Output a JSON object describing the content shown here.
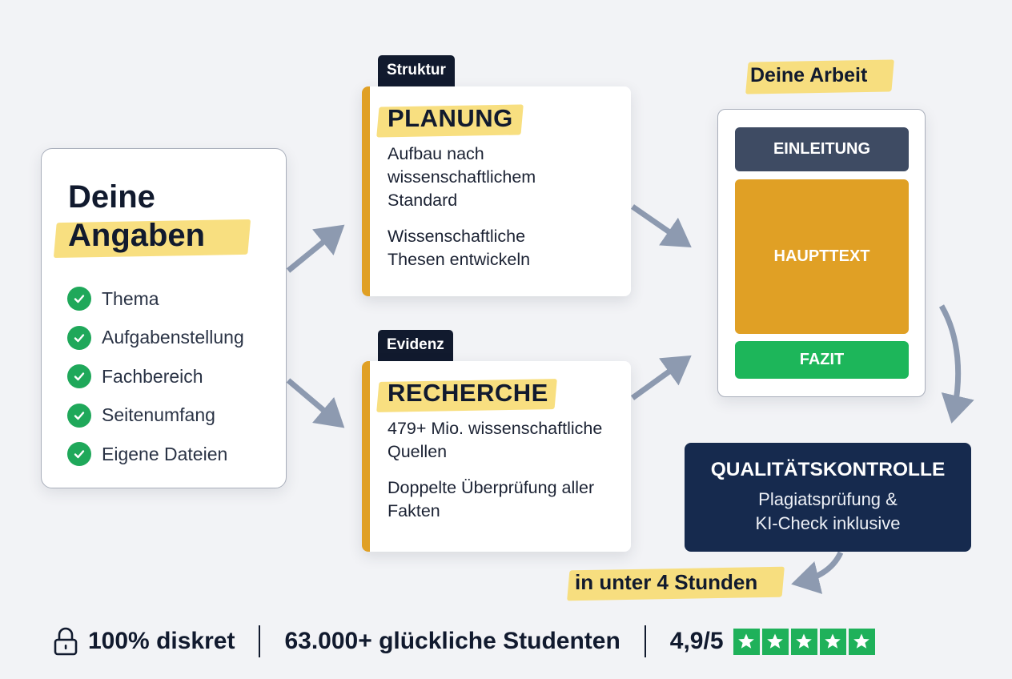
{
  "input_card": {
    "title_line1": "Deine",
    "title_line2": "Angaben",
    "items": [
      {
        "label": "Thema",
        "icon": "check-circle-icon"
      },
      {
        "label": "Aufgabenstellung",
        "icon": "check-circle-icon"
      },
      {
        "label": "Fachbereich",
        "icon": "check-circle-icon"
      },
      {
        "label": "Seitenumfang",
        "icon": "check-circle-icon"
      },
      {
        "label": "Eigene Dateien",
        "icon": "check-circle-icon"
      }
    ]
  },
  "steps": [
    {
      "tag": "Struktur",
      "title": "PLANUNG",
      "body": [
        "Aufbau nach wissenschaftlichem Standard",
        "Wissenschaftliche Thesen entwickeln"
      ]
    },
    {
      "tag": "Evidenz",
      "title": "RECHERCHE",
      "body": [
        "479+ Mio. wissenschaftliche Quellen",
        "Doppelte Überprüfung aller Fakten"
      ]
    }
  ],
  "work": {
    "label": "Deine Arbeit",
    "sections": [
      "EINLEITUNG",
      "HAUPTTEXT",
      "FAZIT"
    ]
  },
  "quality": {
    "title": "QUALITÄTSKONTROLLE",
    "subtitle_line1": "Plagiatsprüfung &",
    "subtitle_line2": "KI-Check inklusive"
  },
  "delivery": {
    "label": "in unter 4 Stunden"
  },
  "footer": {
    "discretion": "100% diskret",
    "students": "63.000+ glückliche Studenten",
    "rating": "4,9/5",
    "stars": 5,
    "lock_icon": "lock-icon",
    "star_icon": "star-icon"
  },
  "colors": {
    "background": "#f2f3f6",
    "navy": "#111a2e",
    "accent_orange": "#e0a025",
    "highlight_yellow": "#f7dc72",
    "green": "#1db65a",
    "slate": "#3e4b63",
    "quality_bg": "#162a4e",
    "arrow": "#8d9ab0"
  }
}
